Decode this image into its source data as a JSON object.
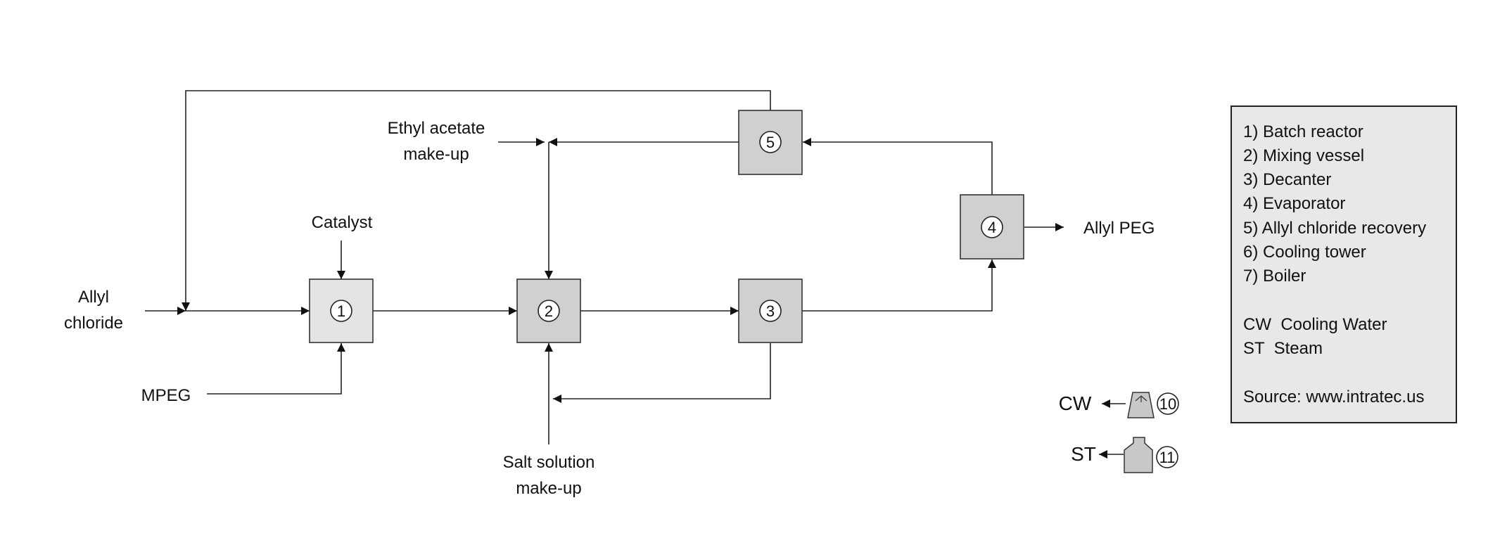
{
  "streams": {
    "allyl_chloride": [
      "Allyl",
      "chloride"
    ],
    "catalyst": "Catalyst",
    "mpeg": "MPEG",
    "ethyl_acetate": [
      "Ethyl acetate",
      "make-up"
    ],
    "salt_solution": [
      "Salt solution",
      "make-up"
    ],
    "allyl_peg": "Allyl PEG"
  },
  "units": [
    {
      "id": "1",
      "color": "#e4e4e4"
    },
    {
      "id": "2",
      "color": "#d0d0d0"
    },
    {
      "id": "3",
      "color": "#d0d0d0"
    },
    {
      "id": "4",
      "color": "#d0d0d0"
    },
    {
      "id": "5",
      "color": "#d0d0d0"
    }
  ],
  "utilities": [
    {
      "code": "CW",
      "num": "10",
      "icon": "cooling-tower-icon"
    },
    {
      "code": "ST",
      "num": "11",
      "icon": "boiler-icon"
    }
  ],
  "legend": {
    "items": [
      "1) Batch reactor",
      "2) Mixing vessel",
      "3) Decanter",
      "4) Evaporator",
      "5) Allyl chloride recovery",
      "6) Cooling tower",
      "7) Boiler"
    ],
    "abbreviations": [
      "CW  Cooling Water",
      "ST  Steam"
    ],
    "source": "Source: www.intratec.us",
    "background": "#e8e8e8"
  }
}
